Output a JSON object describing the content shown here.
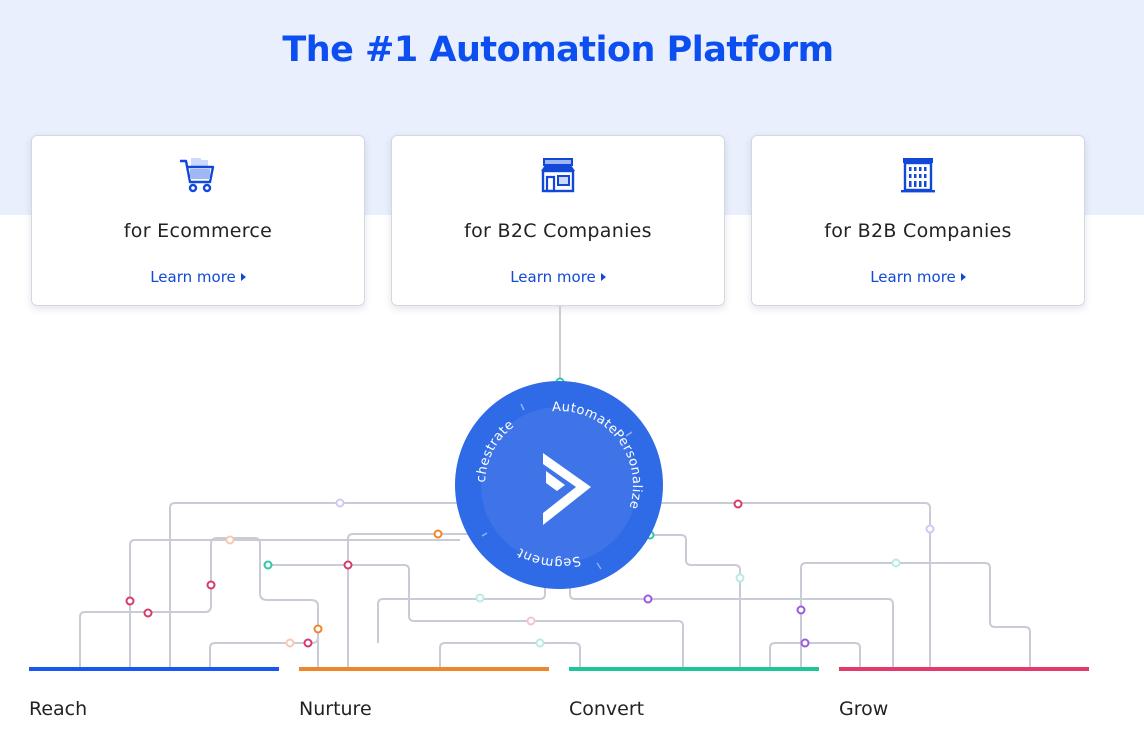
{
  "hero": {
    "title": "The #1 Automation Platform"
  },
  "cards": [
    {
      "label": "for Ecommerce",
      "link": "Learn more",
      "icon": "shopping-cart-icon"
    },
    {
      "label": "for B2C Companies",
      "link": "Learn more",
      "icon": "storefront-icon"
    },
    {
      "label": "for B2B Companies",
      "link": "Learn more",
      "icon": "office-building-icon"
    }
  ],
  "hub": {
    "words": [
      "Automate",
      "Personalize",
      "Segment",
      "Orchestrate"
    ],
    "logo": "chevron-arrow-logo",
    "color": "#2f6be6"
  },
  "stages": [
    {
      "label": "Reach",
      "color": "#1a56f0"
    },
    {
      "label": "Nurture",
      "color": "#f0862a"
    },
    {
      "label": "Convert",
      "color": "#1fc69a"
    },
    {
      "label": "Grow",
      "color": "#e23a6a"
    }
  ],
  "colors": {
    "accent": "#0d4ef0",
    "hero_bg": "#e9effd",
    "line": "#c9ccd6"
  }
}
